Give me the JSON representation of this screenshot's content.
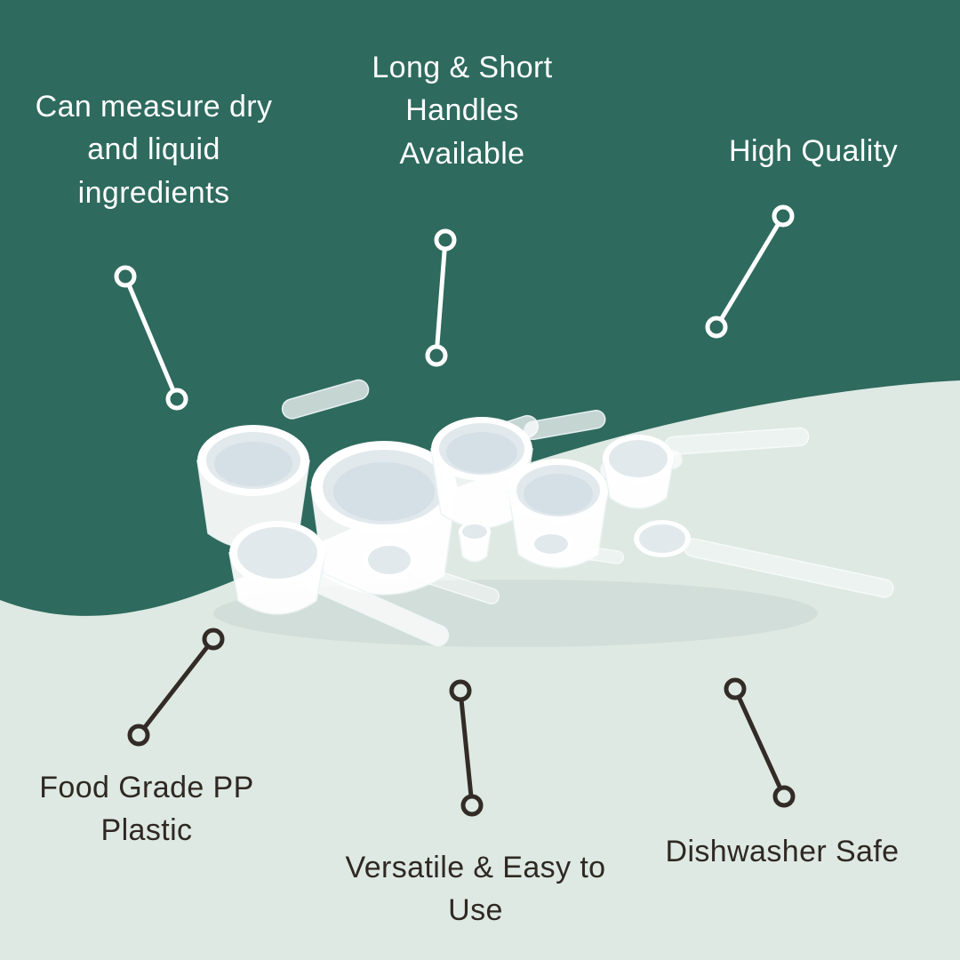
{
  "title": "Measuring scoops product feature infographic",
  "labels": {
    "measure": "Can measure dry\nand liquid\ningredients",
    "handles": "Long & Short\nHandles\nAvailable",
    "quality": "High Quality",
    "food_grade": "Food Grade PP\nPlastic",
    "versatile": "Versatile & Easy to\nUse",
    "dishwasher": "Dishwasher Safe"
  },
  "product": {
    "name": "plastic measuring scoops and spoons set",
    "color": "translucent white"
  },
  "colors": {
    "dark_teal": "#2E6A5E",
    "light_mint": "#DEE9E3",
    "text_light": "#FFFFFF",
    "text_dark": "#2F2823",
    "connector_light": "#FFFFFF",
    "connector_dark": "#332B26"
  }
}
